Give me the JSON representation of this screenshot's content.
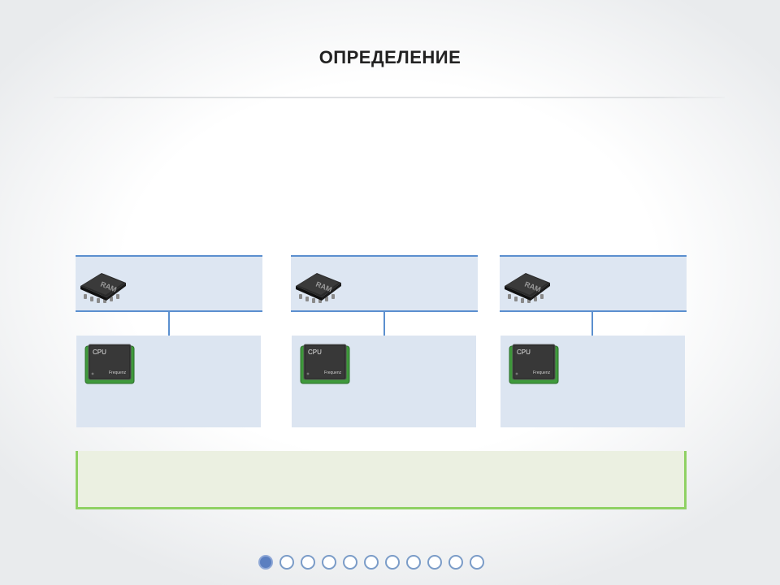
{
  "slide": {
    "title": "ОПРЕДЕЛЕНИЕ"
  },
  "nodes": [
    {
      "ram_icon": "ram-chip-icon",
      "ram_label": "RAM",
      "cpu_icon": "cpu-chip-icon",
      "cpu_label": "CPU",
      "cpu_sub": "Frequenz"
    },
    {
      "ram_icon": "ram-chip-icon",
      "ram_label": "RAM",
      "cpu_icon": "cpu-chip-icon",
      "cpu_label": "CPU",
      "cpu_sub": "Frequenz"
    },
    {
      "ram_icon": "ram-chip-icon",
      "ram_label": "RAM",
      "cpu_icon": "cpu-chip-icon",
      "cpu_label": "CPU",
      "cpu_sub": "Frequenz"
    }
  ],
  "pagination": {
    "total": 11,
    "current": 1
  },
  "colors": {
    "bus_blue": "#5b8fcf",
    "box_fill": "#dde6f2",
    "shared_border": "#8fd163",
    "shared_fill": "#ebf0e1",
    "dot_active": "#5b7fc0"
  }
}
